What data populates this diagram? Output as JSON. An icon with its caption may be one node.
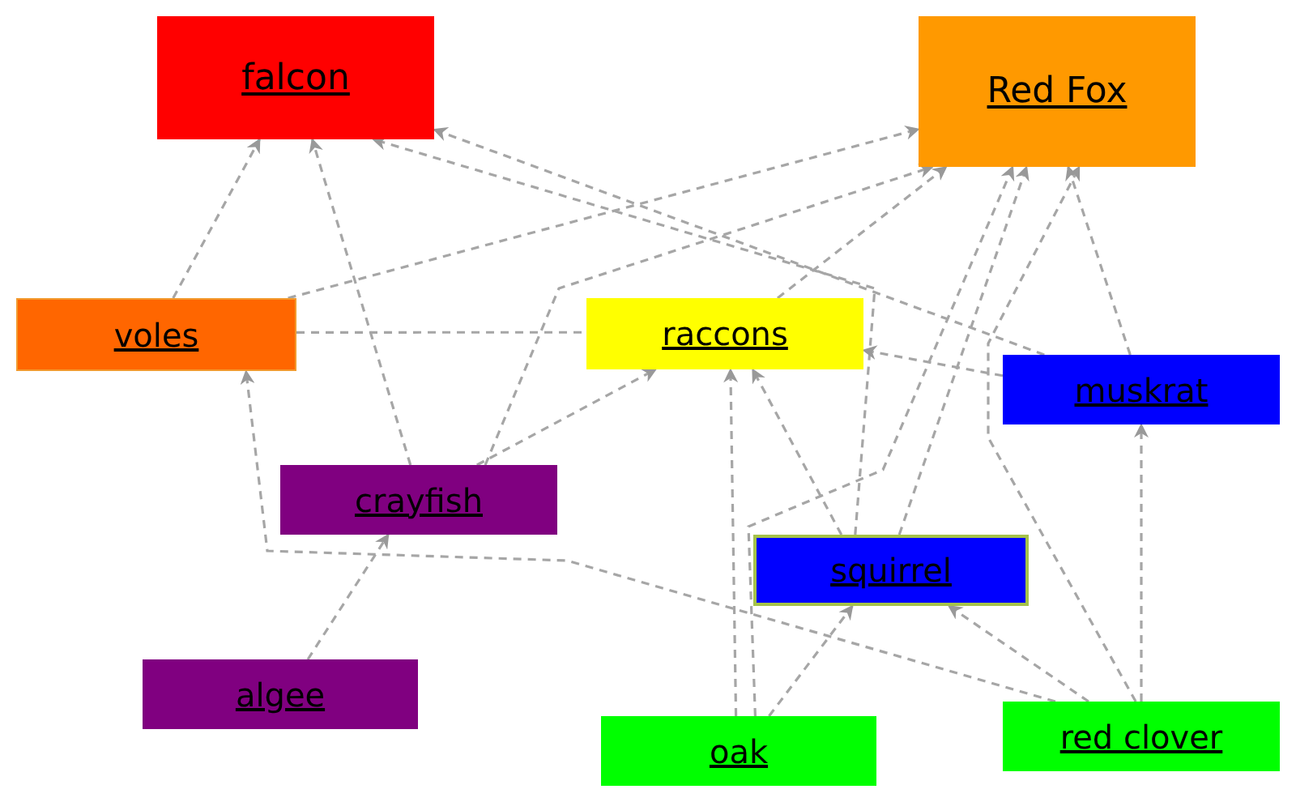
{
  "diagram": {
    "nodes": [
      {
        "text": [
          "falcon"
        ]
      },
      {
        "text": [
          "Red Fox"
        ]
      },
      {
        "text": [
          "voles"
        ]
      },
      {
        "text": [
          "raccons"
        ]
      },
      {
        "text": [
          "muskrat"
        ]
      },
      {
        "text": [
          "crayfish"
        ]
      },
      {
        "text": [
          "squirrel"
        ]
      },
      {
        "text": [
          "algee"
        ]
      },
      {
        "text": [
          "oak"
        ]
      },
      {
        "text": [
          "red clover"
        ]
      }
    ],
    "edges": [
      {
        "from": 2,
        "to": 0,
        "arrow": "to"
      },
      {
        "from": 5,
        "to": 0,
        "arrow": "to"
      },
      {
        "from": 6,
        "to": 0,
        "arrow": "to"
      },
      {
        "from": 4,
        "to": 0,
        "arrow": "to"
      },
      {
        "from": 2,
        "to": 1,
        "arrow": "to"
      },
      {
        "from": 2,
        "to": 3,
        "arrow": "none"
      },
      {
        "from": 5,
        "to": 3,
        "arrow": "to"
      },
      {
        "from": 5,
        "to": 1,
        "arrow": "to"
      },
      {
        "from": 3,
        "to": 1,
        "arrow": "to"
      },
      {
        "from": 4,
        "to": 3,
        "arrow": "to"
      },
      {
        "from": 8,
        "to": 3,
        "arrow": "to"
      },
      {
        "from": 6,
        "to": 3,
        "arrow": "to"
      },
      {
        "from": 8,
        "to": 1,
        "arrow": "to"
      },
      {
        "from": 6,
        "to": 1,
        "arrow": "to"
      },
      {
        "from": 8,
        "to": 6,
        "arrow": "to"
      },
      {
        "from": 4,
        "to": 1,
        "arrow": "to"
      },
      {
        "from": 9,
        "to": 1,
        "arrow": "to"
      },
      {
        "from": 9,
        "to": 4,
        "arrow": "to"
      },
      {
        "from": 9,
        "to": 6,
        "arrow": "to"
      },
      {
        "from": 9,
        "to": 2,
        "arrow": "to"
      },
      {
        "from": 7,
        "to": 5,
        "arrow": "to"
      }
    ]
  }
}
